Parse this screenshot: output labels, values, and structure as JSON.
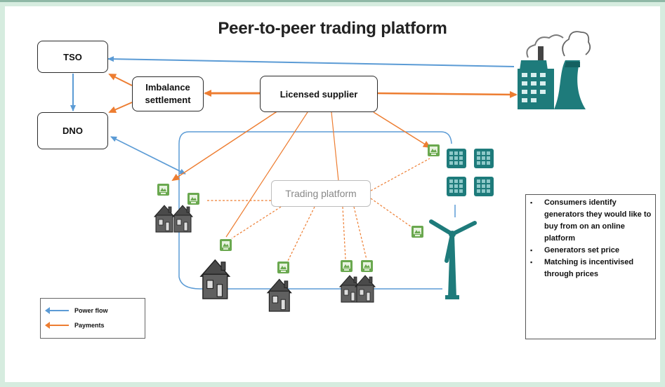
{
  "title": "Peer-to-peer trading platform",
  "boxes": {
    "tso": "TSO",
    "dno": "DNO",
    "imbalance": "Imbalance settlement",
    "supplier": "Licensed supplier",
    "trading": "Trading platform"
  },
  "notes": [
    "Consumers identify generators they would like to buy from on an online platform",
    "Generators set price",
    "Matching is incentivised through prices"
  ],
  "legend": {
    "power_flow": "Power flow",
    "payments": "Payments"
  },
  "colors": {
    "power": "#5b9bd5",
    "payment": "#ed7d31",
    "teal": "#1e7b7b",
    "meter": "#6aa84f",
    "house": "#555555"
  }
}
